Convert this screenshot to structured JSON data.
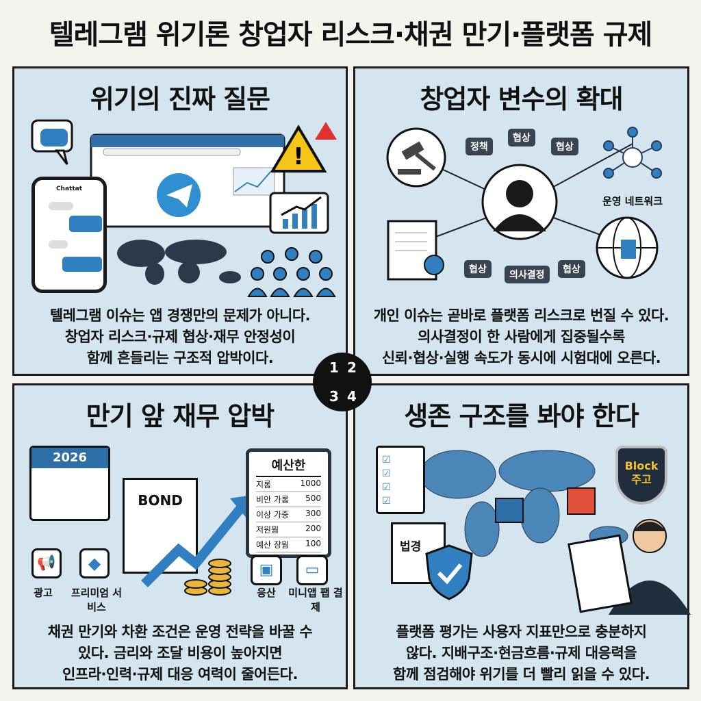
{
  "title": "텔레그램 위기론 창업자 리스크·채권 만기·플랫폼 규제",
  "panels": {
    "p1": {
      "number": "1",
      "title": "위기의 진짜 질문",
      "phone_header": "Chattat",
      "body": [
        "텔레그램 이슈는 앱 경쟁만의 문제가 아니다.",
        "창업자 리스크·규제 협상·재무 안정성이",
        "함께 흔들리는 구조적 압박이다."
      ]
    },
    "p2": {
      "number": "2",
      "title": "창업자 변수의 확대",
      "tags": [
        "정책",
        "협상",
        "협상",
        "협상",
        "의사결정",
        "협상"
      ],
      "network_label": "운영 네트워크",
      "body": [
        "개인 이슈는 곧바로 플랫폼 리스크로 번질 수 있다.",
        "의사결정이 한 사람에게 집중될수록",
        "신뢰·협상·실행 속도가 동시에 시험대에 오른다."
      ]
    },
    "p3": {
      "number": "3",
      "title": "만기 앞 재무 압박",
      "calendar_year": "2026",
      "bond_label": "BOND",
      "budget": {
        "title": "예산한",
        "rows": [
          {
            "k": "지롬",
            "v": "1000"
          },
          {
            "k": "비안 가롬",
            "v": "500"
          },
          {
            "k": "이상 가중",
            "v": "300"
          },
          {
            "k": "저원뭠",
            "v": "200"
          },
          {
            "k": "예산 장뭠",
            "v": "100"
          }
        ]
      },
      "icons": [
        "광고",
        "프리미엄 서비스",
        "응산",
        "미니앱 팹 결제"
      ],
      "body": [
        "채권 만기와 차환 조건은 운영 전략을 바꿀 수",
        "있다. 금리와 조달 비용이 높아지면",
        "인프라·인력·규제 대응 여력이 줄어든다."
      ]
    },
    "p4": {
      "number": "4",
      "title": "생존 구조를 봐야 한다",
      "badge": [
        "Block",
        "주고"
      ],
      "doc_label": "법경",
      "body": [
        "플랫폼 평가는 사용자 지표만으로 충분하지",
        "않다. 지배구조·현금흐름·규제 대응력을",
        "함께 점검해야 위기를 더 빨리 읽을 수 있다."
      ]
    }
  },
  "colors": {
    "panel": "#d5e5ef",
    "accent": "#2f7fc1",
    "dark": "#1f2d3d"
  }
}
